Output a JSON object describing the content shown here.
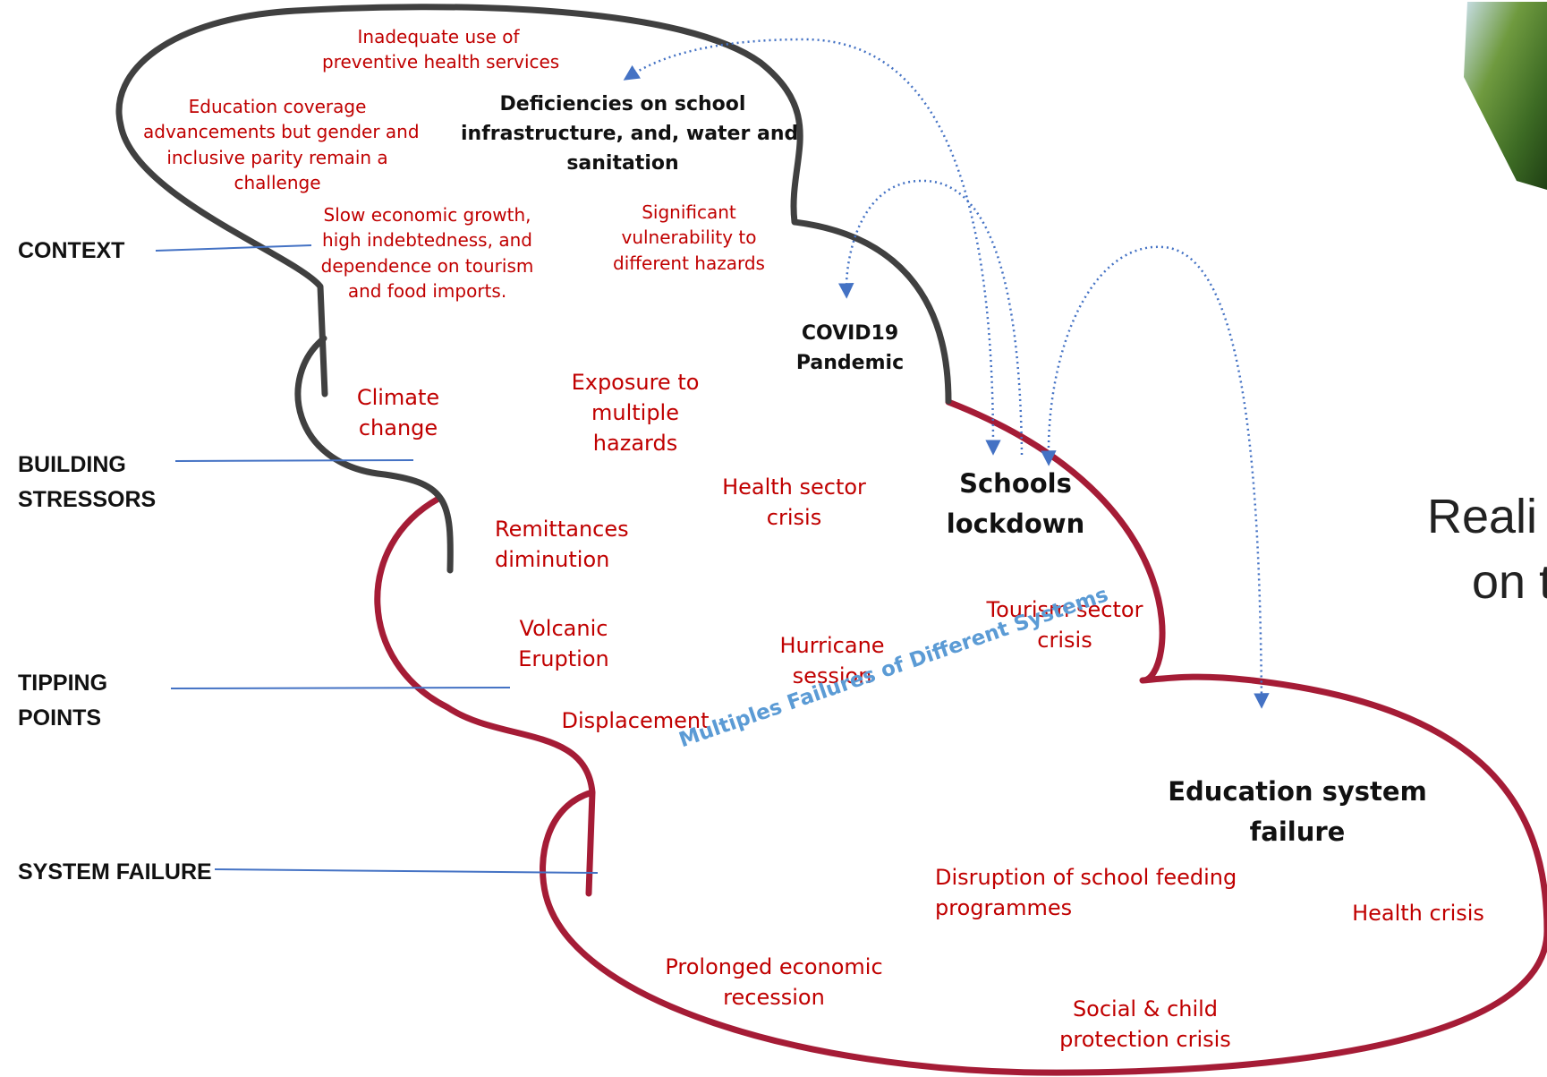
{
  "stages": {
    "context": "CONTEXT",
    "building_1": "BUILDING",
    "building_2": "STRESSORS",
    "tipping_1": "TIPPING",
    "tipping_2": "POINTS",
    "failure": "SYSTEM FAILURE"
  },
  "context_items": {
    "preventive_1": "Inadequate use of",
    "preventive_2": "preventive health services",
    "education_1": "Education coverage",
    "education_2": "advancements but gender and",
    "education_3": "inclusive parity remain a",
    "education_4": "challenge",
    "economy_1": "Slow economic growth,",
    "economy_2": "high indebtedness, and",
    "economy_3": "dependence on tourism",
    "economy_4": "and food imports.",
    "vulnerability_1": "Significant",
    "vulnerability_2": "vulnerability to",
    "vulnerability_3": "different hazards",
    "infrastructure_1": "Deficiencies on school",
    "infrastructure_2": "infrastructure, and, water and",
    "infrastructure_3": "sanitation"
  },
  "stressor_items": {
    "climate_1": "Climate",
    "climate_2": "change",
    "exposure_1": "Exposure to",
    "exposure_2": "multiple",
    "exposure_3": "hazards",
    "covid_1": "COVID19",
    "covid_2": "Pandemic",
    "health_sector_1": "Health sector",
    "health_sector_2": "crisis",
    "remittances_1": "Remittances",
    "remittances_2": "diminution",
    "schools_1": "Schools",
    "schools_2": "lockdown"
  },
  "tipping_items": {
    "volcanic_1": "Volcanic",
    "volcanic_2": "Eruption",
    "hurricane_1": "Hurricane",
    "hurricane_2": "session",
    "tourism_1": "Tourism sector",
    "tourism_2": "crisis",
    "displacement": "Displacement",
    "multiple_failures": "Multiples Failures of Different Systems"
  },
  "failure_items": {
    "education_failure_1": "Education system",
    "education_failure_2": "failure",
    "feeding_1": "Disruption of school feeding",
    "feeding_2": "programmes",
    "health_crisis": "Health crisis",
    "recession_1": "Prolonged economic",
    "recession_2": "recession",
    "social_1": "Social & child",
    "social_2": "protection crisis"
  },
  "side_title": {
    "line_1": "Reali",
    "line_2": "on t"
  },
  "colors": {
    "context_outline": "#404040",
    "crisis_outline": "#a51c36",
    "connector": "#4472c4",
    "arrow": "#4472c4",
    "red_text": "#c00000",
    "slanted_text": "#5b9bd5"
  }
}
